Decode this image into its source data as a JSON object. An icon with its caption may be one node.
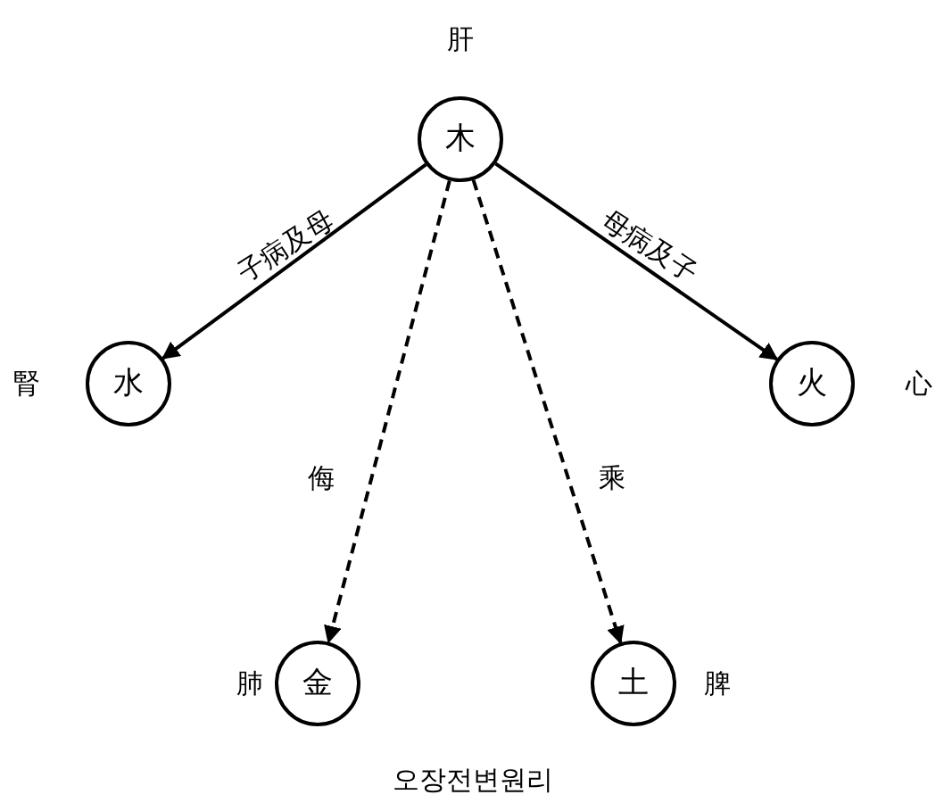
{
  "diagram": {
    "caption": "오장전변원리",
    "nodes": [
      {
        "text": [
          "木"
        ],
        "beside": [
          "肝"
        ]
      },
      {
        "text": [
          "水"
        ],
        "beside": [
          "腎"
        ]
      },
      {
        "text": [
          "火"
        ],
        "beside": [
          "心"
        ]
      },
      {
        "text": [
          "金"
        ],
        "beside": [
          "肺"
        ]
      },
      {
        "text": [
          "土"
        ],
        "beside": [
          "脾"
        ]
      }
    ],
    "edges": [
      {
        "from": 0,
        "to": 1,
        "arrow": "to",
        "label": "子病及母"
      },
      {
        "from": 0,
        "to": 2,
        "arrow": "to",
        "label": "母病及子"
      },
      {
        "from": 0,
        "to": 3,
        "arrow": "to",
        "label": "侮",
        "style": "dashed"
      },
      {
        "from": 0,
        "to": 4,
        "arrow": "to",
        "label": "乘",
        "style": "dashed"
      }
    ]
  }
}
